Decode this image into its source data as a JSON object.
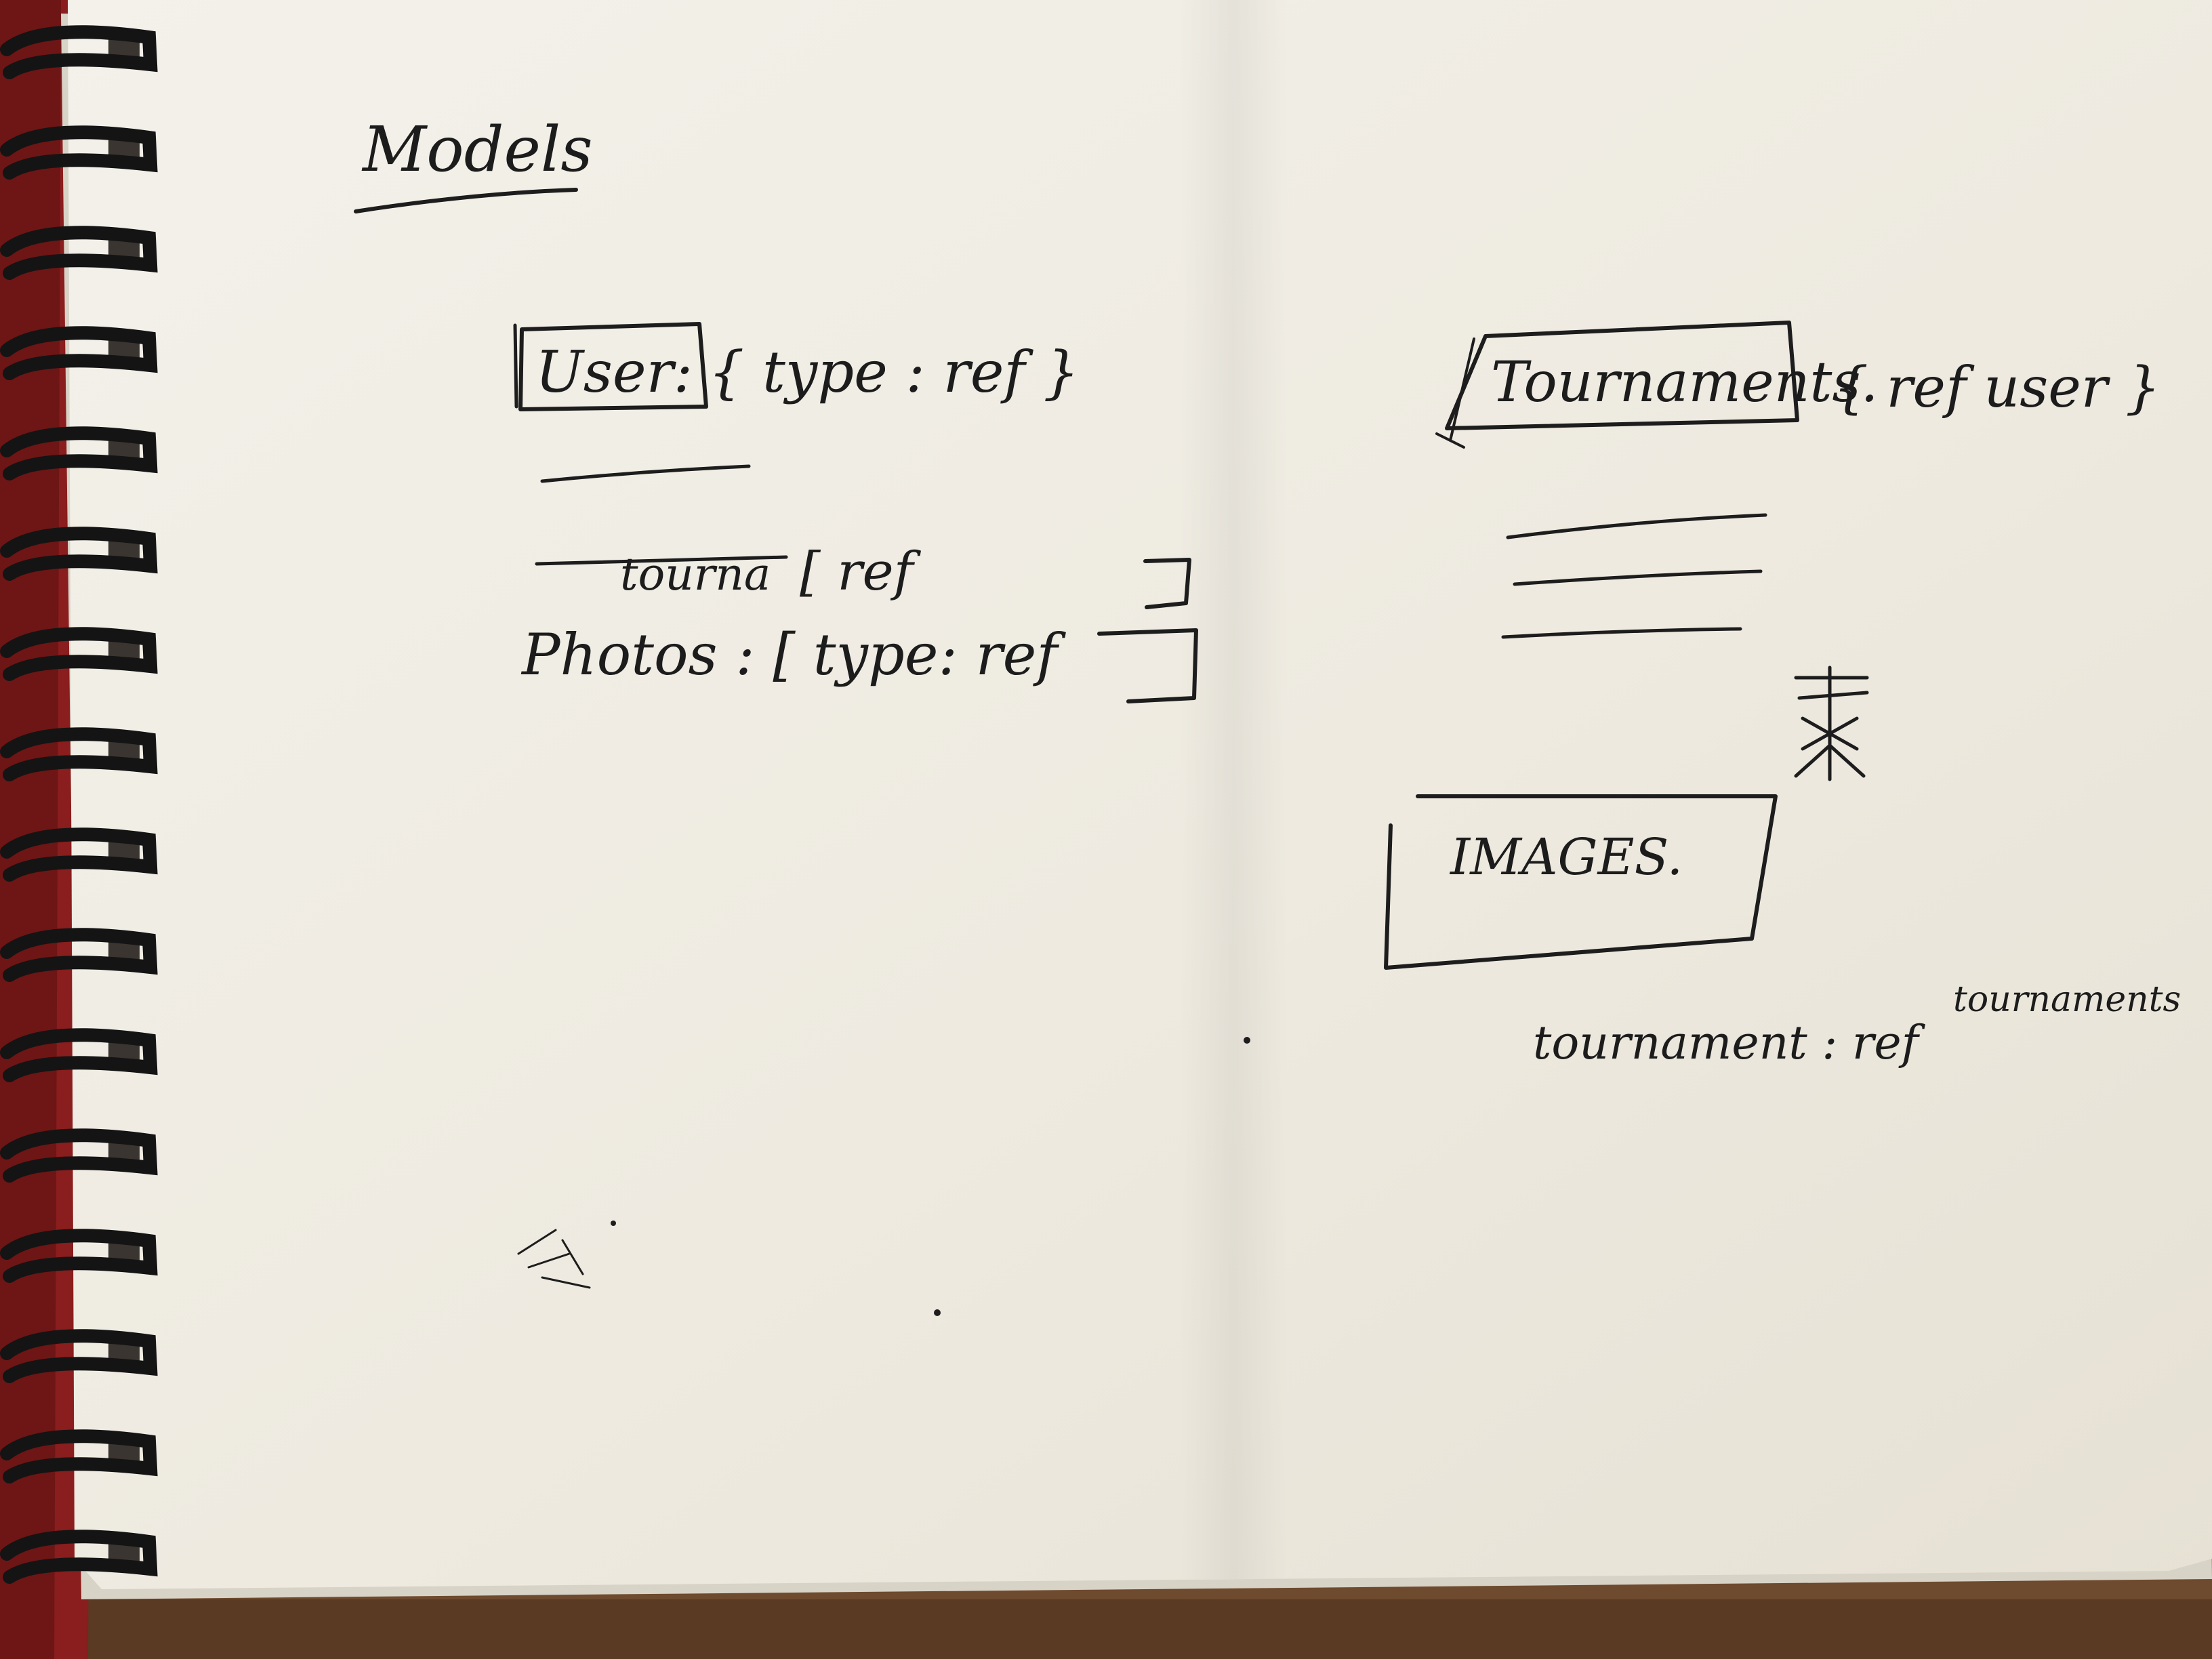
{
  "title": "Models",
  "user_model": {
    "box_label": "User:",
    "type_def": "{ type : ref }",
    "struck_field": "tourna",
    "struck_field_rest": "[ ref",
    "photos_field": "Photos : [ type: ref"
  },
  "tournament_model": {
    "box_label": "Tournaments.",
    "ref_def": "{ ref   user }"
  },
  "images_model": {
    "box_label": "IMAGES.",
    "field": "tournament : ref",
    "field_target": "tournaments"
  },
  "colors": {
    "paper": "#f2efe6",
    "ink": "#1d1d1d",
    "table": "#6e4a2e",
    "cover": "#8a1d1d",
    "binding": "#141414"
  }
}
